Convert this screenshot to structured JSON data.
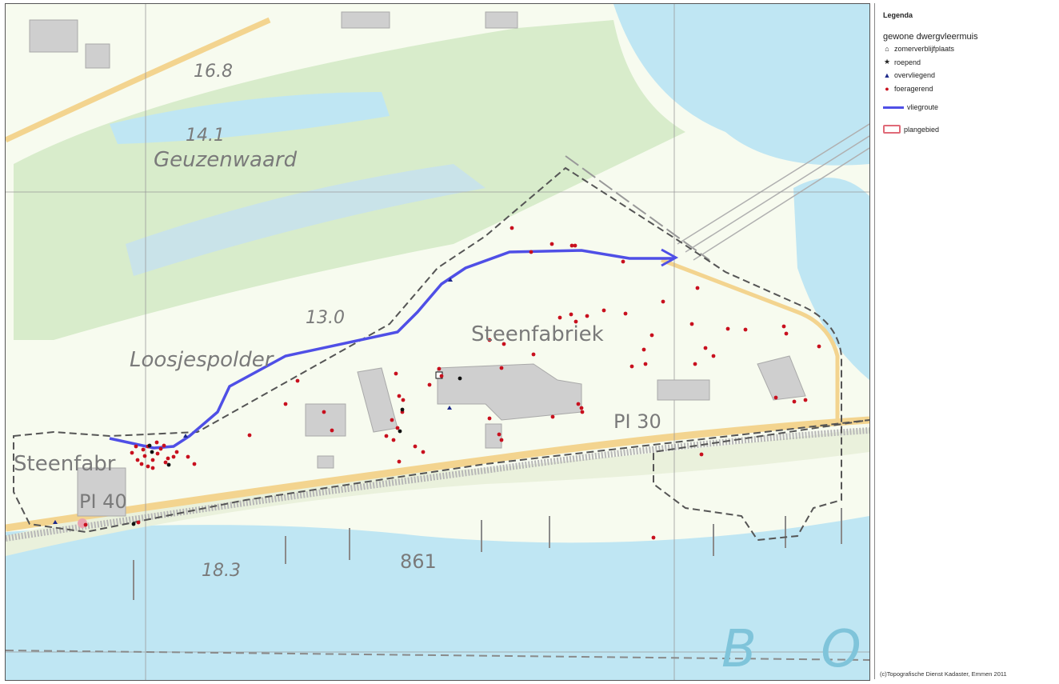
{
  "map": {
    "labels": {
      "geuzenwaard": "Geuzenwaard",
      "loosjespolder": "Loosjespolder",
      "steenfabriek_main": "Steenfabriek",
      "steenfabriek_left": "Steenfabr",
      "pi30": "PI 30",
      "pi40": "PI 40",
      "elev_168": "16.8",
      "elev_141": "14.1",
      "elev_130": "13.0",
      "elev_183": "18.3",
      "num_861": "861",
      "river": "B O"
    },
    "colors": {
      "water": "#bfe6f3",
      "meadow": "#d8eccb",
      "road": "#f3d48f",
      "flight_route": "#4f4fe6",
      "plan_area": "#e06a78",
      "foraging": "#c8101e",
      "roosting": "#111111",
      "overflying": "#1e2a8a"
    }
  },
  "legend": {
    "title": "Legenda",
    "species": "gewone dwergvleermuis",
    "items": [
      {
        "symbol": "summer-roost-icon",
        "glyph": "⌂",
        "label": "zomerverblijfplaats"
      },
      {
        "symbol": "roosting-icon",
        "glyph": "★",
        "label": "roepend"
      },
      {
        "symbol": "overflying-icon",
        "glyph": "▲",
        "label": "overvliegend"
      },
      {
        "symbol": "foraging-icon",
        "glyph": "●",
        "label": "foeragerend"
      }
    ],
    "route_label": "vliegroute",
    "plan_label": "plangebied",
    "credit": "(c)Topografische Dienst Kadaster, Emmen 2011"
  }
}
